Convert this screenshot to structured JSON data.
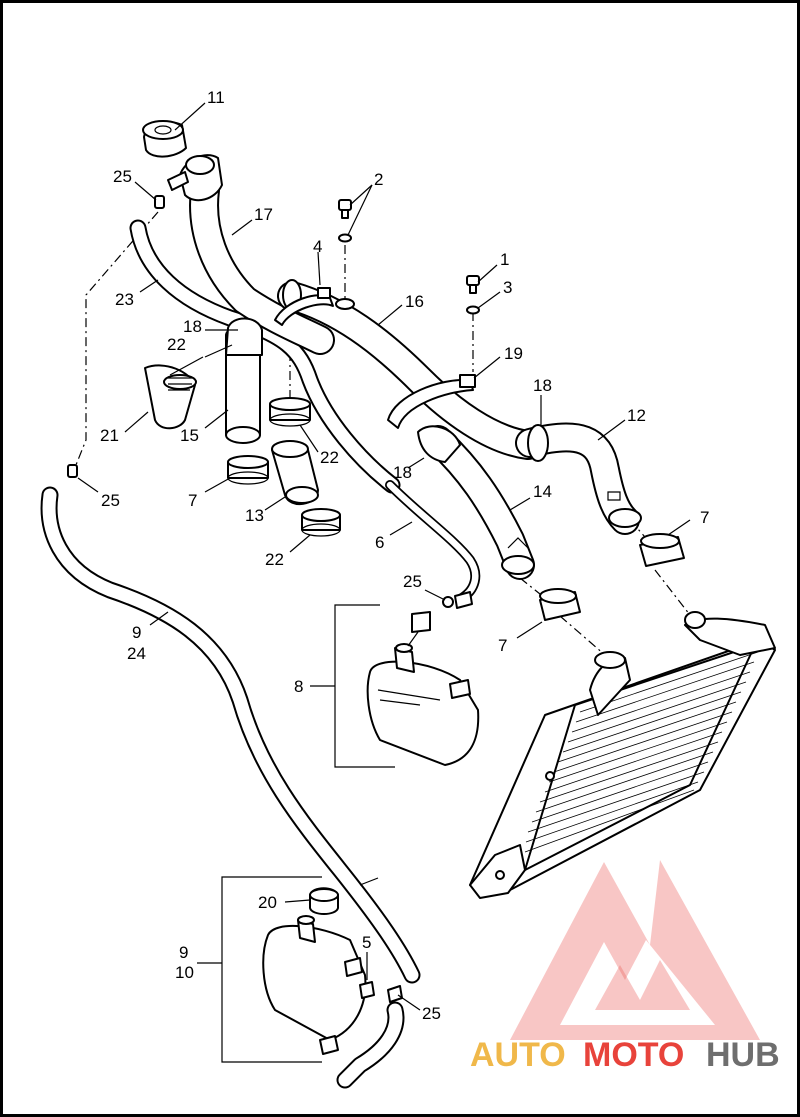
{
  "callouts": [
    {
      "id": "c11",
      "text": "11"
    },
    {
      "id": "c25a",
      "text": "25"
    },
    {
      "id": "c17",
      "text": "17"
    },
    {
      "id": "c2",
      "text": "2"
    },
    {
      "id": "c4",
      "text": "4"
    },
    {
      "id": "c1",
      "text": "1"
    },
    {
      "id": "c3",
      "text": "3"
    },
    {
      "id": "c23",
      "text": "23"
    },
    {
      "id": "c16",
      "text": "16"
    },
    {
      "id": "c18a",
      "text": "18"
    },
    {
      "id": "c22a",
      "text": "22"
    },
    {
      "id": "c19",
      "text": "19"
    },
    {
      "id": "c18b",
      "text": "18"
    },
    {
      "id": "c12",
      "text": "12"
    },
    {
      "id": "c21",
      "text": "21"
    },
    {
      "id": "c15",
      "text": "15"
    },
    {
      "id": "c22b",
      "text": "22"
    },
    {
      "id": "c18c",
      "text": "18"
    },
    {
      "id": "c25b",
      "text": "25"
    },
    {
      "id": "c7a",
      "text": "7"
    },
    {
      "id": "c13",
      "text": "13"
    },
    {
      "id": "c14",
      "text": "14"
    },
    {
      "id": "c7b",
      "text": "7"
    },
    {
      "id": "c6",
      "text": "6"
    },
    {
      "id": "c22c",
      "text": "22"
    },
    {
      "id": "c25c",
      "text": "25"
    },
    {
      "id": "c7c",
      "text": "7"
    },
    {
      "id": "c9a",
      "text": "9"
    },
    {
      "id": "c24",
      "text": "24"
    },
    {
      "id": "c8",
      "text": "8"
    },
    {
      "id": "c20",
      "text": "20"
    },
    {
      "id": "c9b",
      "text": "9"
    },
    {
      "id": "c10",
      "text": "10"
    },
    {
      "id": "c5",
      "text": "5"
    },
    {
      "id": "c25d",
      "text": "25"
    }
  ],
  "watermark": {
    "part1": "AUTO",
    "part2": "MOTO",
    "part3": "HUB"
  },
  "colors": {
    "watermark_red": "#e8433b",
    "watermark_gold": "#f0b84a",
    "watermark_gray": "#6e6e6e"
  }
}
